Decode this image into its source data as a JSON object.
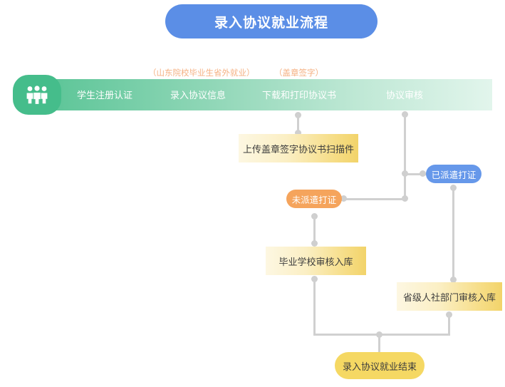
{
  "page": {
    "title": "录入协议就业流程"
  },
  "annotations": [
    {
      "name": "shandong-offsite",
      "text": "（山东院校毕业生省外就业）"
    },
    {
      "name": "stamp-signature",
      "text": "（盖章签字）"
    }
  ],
  "banner": {
    "icon": "people-group-icon",
    "color": "#49bd8d",
    "steps": [
      {
        "label": "学生注册认证"
      },
      {
        "label": "录入协议信息"
      },
      {
        "label": "下载和打印协议书"
      },
      {
        "label": "协议审核"
      }
    ]
  },
  "nodes": {
    "upload_scan": {
      "label": "上传盖章签字协议书扫描件",
      "color": "#f2d36a"
    },
    "dispatched": {
      "label": "已派遣打证",
      "color": "#6698ea"
    },
    "undispatched": {
      "label": "未派遣打证",
      "color": "#f5a45c"
    },
    "school_review": {
      "label": "毕业学校审核入库",
      "color": "#f2d36a"
    },
    "province_review": {
      "label": "省级人社部门审核入库",
      "color": "#f2d36a"
    },
    "finish": {
      "label": "录入协议就业结束",
      "color": "#f5d863"
    }
  },
  "colors": {
    "title_bar": "#5b8ee6",
    "banner_start": "#49bd8d",
    "banner_end": "#e2f5ec",
    "annotation": "#f5b183",
    "connector": "#d0d0d0"
  }
}
